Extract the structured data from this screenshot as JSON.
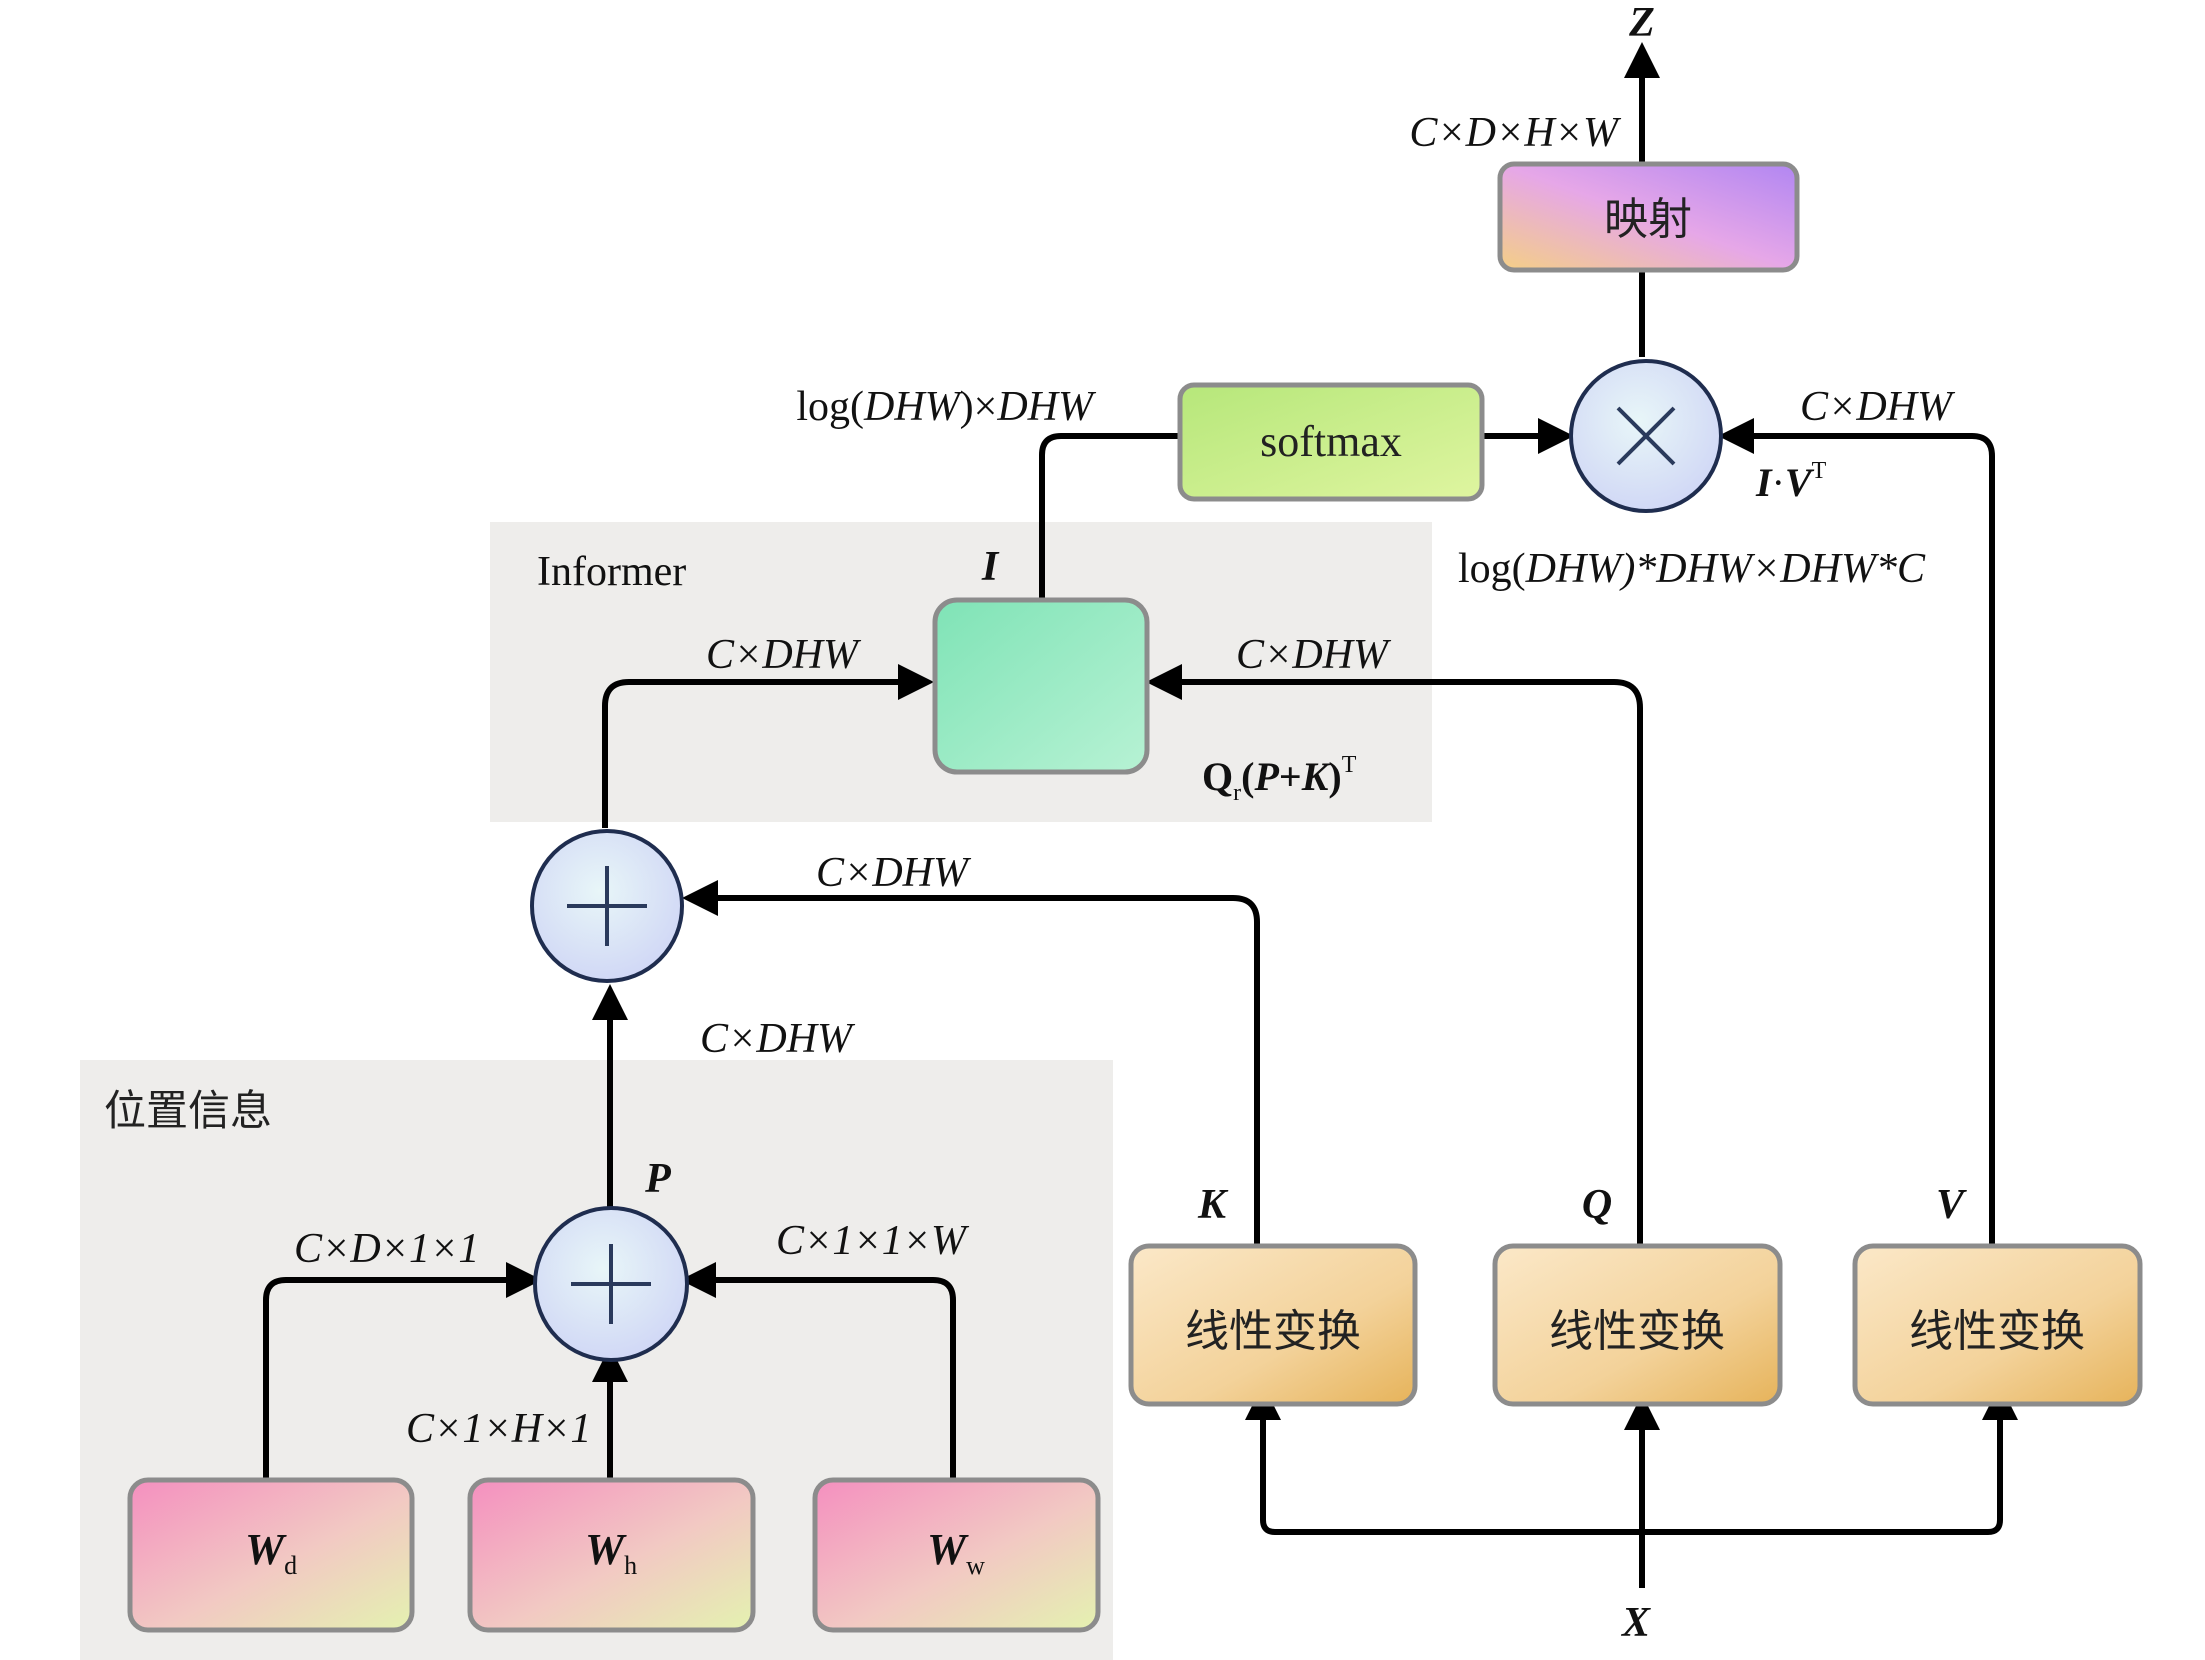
{
  "regions": {
    "informer": "Informer",
    "position_info": "位置信息"
  },
  "blocks": {
    "mapping": "映射",
    "softmax": "softmax",
    "linear_k": "线性变换",
    "linear_q": "线性变换",
    "linear_v": "线性变换",
    "wd": {
      "base": "W",
      "sub": "d"
    },
    "wh": {
      "base": "W",
      "sub": "h"
    },
    "ww": {
      "base": "W",
      "sub": "w"
    }
  },
  "variables": {
    "z": "Z",
    "x": "X",
    "k": "K",
    "q": "Q",
    "v": "V",
    "i": "I",
    "p": "P"
  },
  "dims": {
    "z_in": "C×D×H×W",
    "softmax_in_a": "log(",
    "softmax_in_b": "DHW",
    "softmax_in_c": ")×",
    "softmax_in_d": "DHW",
    "v_to_mult": "C×DHW",
    "mult_product_a": "log(",
    "mult_product_b": "DHW",
    "mult_product_c": ")*DHW×DHW*C",
    "sum_to_informer": "C×DHW",
    "q_to_informer": "C×DHW",
    "k_to_sum": "C×DHW",
    "p_to_sum": "C×DHW",
    "wd_in": "C×D×1×1",
    "wh_in": "C×1×H×1",
    "ww_in": "C×1×1×W"
  },
  "formulas": {
    "iv": {
      "a": "I",
      "dot": "·",
      "b": "V",
      "sup": "T"
    },
    "qpk": {
      "a": "Q",
      "sub": "r",
      "b": "(",
      "c": "P",
      "d": "+",
      "e": "K",
      "f": ")",
      "sup": "T"
    }
  },
  "colors": {
    "region_bg": "#eeedeb",
    "informer_block": "#8fe9bf",
    "softmax": "#c8ec8a",
    "linear": "#f3cf94",
    "mapping_a": "#f2c68a",
    "mapping_b": "#b98af0",
    "w_pink": "#f39ac2",
    "w_green": "#e3f0b4"
  },
  "icons": {
    "multiply": "multiply-icon",
    "add": "plus-icon"
  }
}
